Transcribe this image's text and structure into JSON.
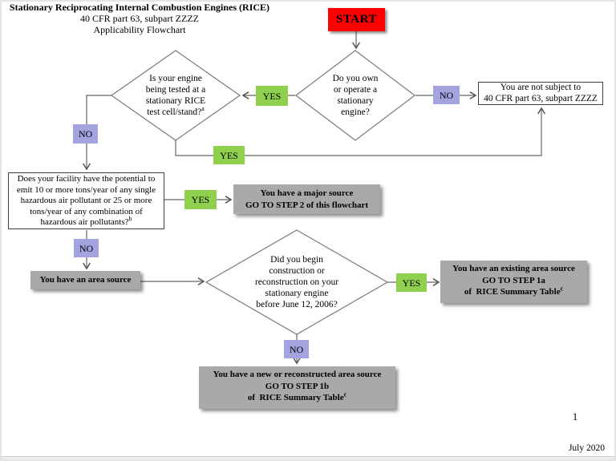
{
  "header": {
    "title": "Stationary Reciprocating Internal Combustion Engines (RICE)",
    "subtitle_lines": [
      "40 CFR part 63, subpart ZZZZ",
      "Applicability Flowchart"
    ]
  },
  "labels": {
    "start": "START",
    "yes": "YES",
    "no": "NO"
  },
  "nodes": {
    "q_own": {
      "lines": [
        "Do you own",
        "or operate a",
        "stationary",
        "engine?"
      ]
    },
    "q_test": {
      "lines": [
        "Is your engine",
        "being tested at a",
        "stationary RICE",
        "test cell/stand?"
      ],
      "footnote": "a"
    },
    "q_potential": {
      "lines": [
        "Does your facility have the potential to",
        "emit 10 or more tons/year of any single",
        "hazardous air pollutant or 25 or more",
        "tons/year of any combination of",
        "hazardous air pollutants?"
      ],
      "footnote": "b"
    },
    "q_construction": {
      "lines": [
        "Did you begin",
        "construction or",
        "reconstruction on your",
        "stationary engine",
        "before June 12, 2006?"
      ]
    },
    "r_not_subject": {
      "lines": [
        "You are not subject to",
        "40 CFR part 63, subpart ZZZZ"
      ]
    },
    "r_major": {
      "lines": [
        "You have a major source",
        "GO TO STEP 2 of this flowchart"
      ]
    },
    "r_area": {
      "lines": [
        "You have an area source"
      ]
    },
    "r_existing": {
      "lines": [
        "You have an existing area source",
        "GO TO STEP 1a",
        "of  RICE Summary Table"
      ],
      "footnote": "c"
    },
    "r_new": {
      "lines": [
        "You have a new or reconstructed area source",
        "GO TO STEP 1b",
        "of  RICE Summary Table"
      ],
      "footnote": "c"
    }
  },
  "page": {
    "number": "1",
    "footer": "July 2020"
  },
  "colors": {
    "start_red": "#FE0000",
    "yes_green": "#8FD14F",
    "no_purple": "#A3A3E0",
    "result_gray": "#A9A9A9",
    "line_gray": "#666666",
    "box_border": "#3F3F3F"
  }
}
